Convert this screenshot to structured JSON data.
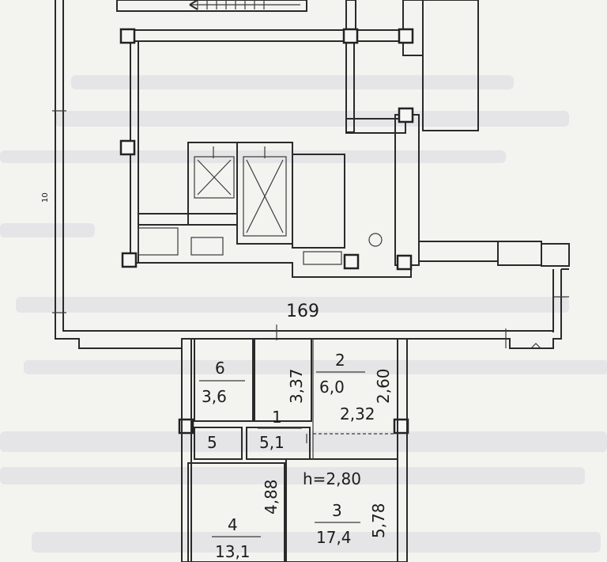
{
  "plan": {
    "overall_dim": "169",
    "ceiling_height": "h=2,80",
    "side_tick": "10",
    "rooms": [
      {
        "number": "6",
        "area": "3,6"
      },
      {
        "number": "5",
        "area": ""
      },
      {
        "number": "1",
        "area": "5,1"
      },
      {
        "number": "2",
        "area": "6,0"
      },
      {
        "number": "4",
        "area": "13,1"
      },
      {
        "number": "3",
        "area": "17,4"
      }
    ],
    "dimensions": {
      "room1_height": "3,37",
      "room2_height": "2,60",
      "room2_width": "2,32",
      "room4_height": "4,88",
      "room3_height": "5,78"
    }
  }
}
